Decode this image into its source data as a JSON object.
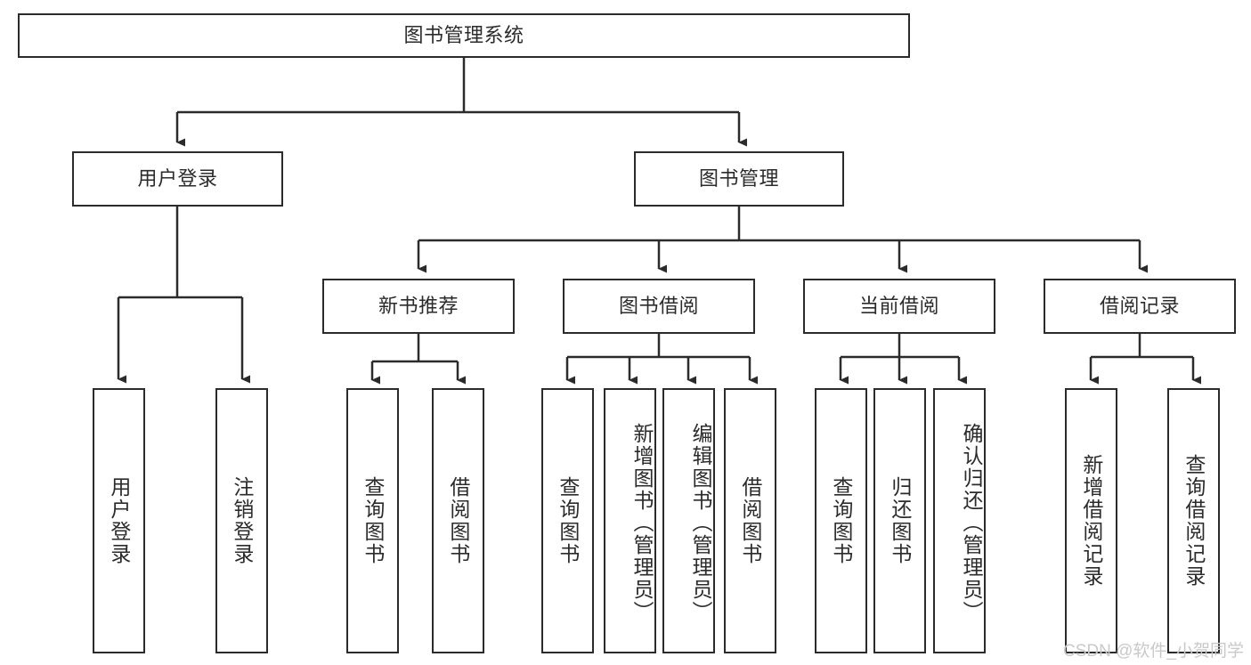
{
  "diagram": {
    "title": "图书管理系统",
    "type": "tree-hierarchy-chart",
    "root": {
      "id": "root",
      "label": "图书管理系统"
    },
    "level2": [
      {
        "id": "user-login",
        "label": "用户登录"
      },
      {
        "id": "book-manage",
        "label": "图书管理"
      }
    ],
    "level3": [
      {
        "id": "new-book-recommend",
        "label": "新书推荐",
        "parent": "book-manage"
      },
      {
        "id": "book-borrow",
        "label": "图书借阅",
        "parent": "book-manage"
      },
      {
        "id": "current-borrow",
        "label": "当前借阅",
        "parent": "book-manage"
      },
      {
        "id": "borrow-record",
        "label": "借阅记录",
        "parent": "book-manage"
      }
    ],
    "leaves": [
      {
        "id": "leaf-user-login",
        "label": "用户登录",
        "parent": "user-login"
      },
      {
        "id": "leaf-logout",
        "label": "注销登录",
        "parent": "user-login"
      },
      {
        "id": "leaf-query-book-1",
        "label": "查询图书",
        "parent": "new-book-recommend"
      },
      {
        "id": "leaf-borrow-book-1",
        "label": "借阅图书",
        "parent": "new-book-recommend"
      },
      {
        "id": "leaf-query-book-2",
        "label": "查询图书",
        "parent": "book-borrow"
      },
      {
        "id": "leaf-add-book",
        "label": "新增图书（管理员）",
        "parent": "book-borrow"
      },
      {
        "id": "leaf-edit-book",
        "label": "编辑图书（管理员）",
        "parent": "book-borrow"
      },
      {
        "id": "leaf-borrow-book-2",
        "label": "借阅图书",
        "parent": "book-borrow"
      },
      {
        "id": "leaf-query-book-3",
        "label": "查询图书",
        "parent": "current-borrow"
      },
      {
        "id": "leaf-return-book",
        "label": "归还图书",
        "parent": "current-borrow"
      },
      {
        "id": "leaf-confirm-return",
        "label": "确认归还（管理员）",
        "parent": "current-borrow"
      },
      {
        "id": "leaf-add-record",
        "label": "新增借阅记录",
        "parent": "borrow-record"
      },
      {
        "id": "leaf-query-record",
        "label": "查询借阅记录",
        "parent": "borrow-record"
      }
    ],
    "watermark": "CSDN @软件_小贺同学",
    "colors": {
      "border": "#2b2b2b",
      "text": "#2b2b2b",
      "background": "#ffffff",
      "watermark": "#c9c9c9"
    }
  }
}
